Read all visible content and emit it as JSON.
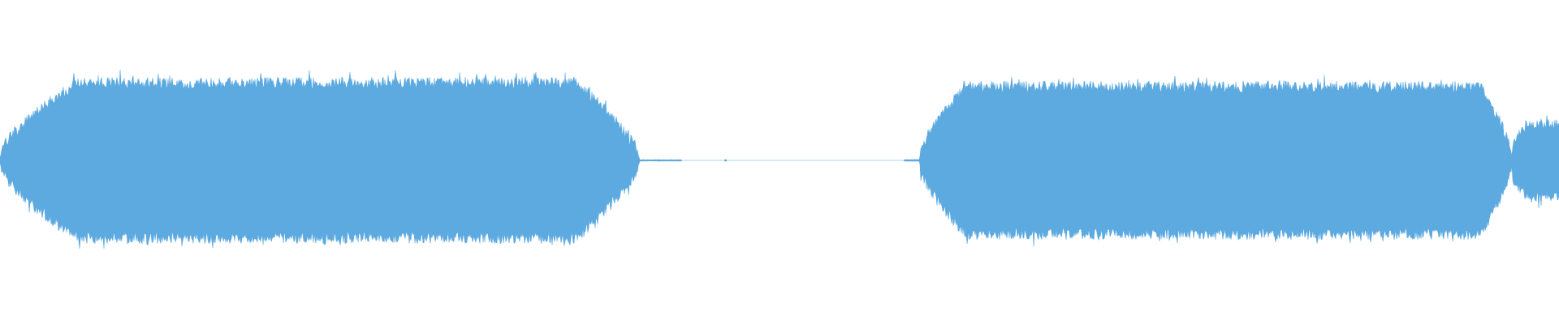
{
  "waveform": {
    "color": "#5DAAE0",
    "background": "#FFFFFF",
    "channels": 1,
    "segments": [
      {
        "start_fraction": 0.0,
        "attack_end_fraction": 0.05,
        "release_start_fraction": 0.37,
        "end_fraction": 0.41,
        "peak_level": 0.58,
        "edge_level": 0.02
      },
      {
        "start_fraction": 0.59,
        "attack_end_fraction": 0.62,
        "release_start_fraction": 0.95,
        "end_fraction": 0.97,
        "peak_level": 0.55,
        "edge_level": 0.02
      },
      {
        "start_fraction": 0.97,
        "attack_end_fraction": 0.98,
        "release_start_fraction": 1.0,
        "end_fraction": 1.0,
        "peak_level": 0.26,
        "edge_level": 0.1
      }
    ],
    "silence_blips": [
      {
        "from_fraction": 0.41,
        "to_fraction": 0.437,
        "level": 0.004
      },
      {
        "from_fraction": 0.465,
        "to_fraction": 0.466,
        "level": 0.006
      },
      {
        "from_fraction": 0.58,
        "to_fraction": 0.59,
        "level": 0.005
      }
    ]
  }
}
